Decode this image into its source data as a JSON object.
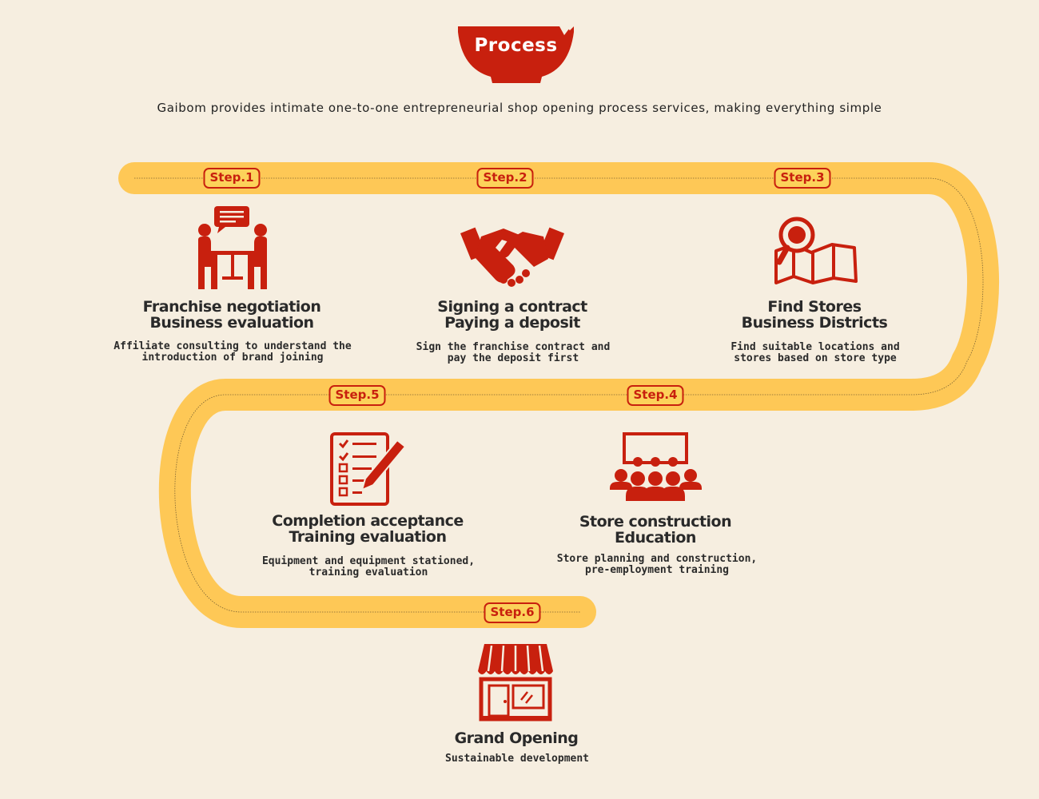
{
  "header": {
    "title": "Process",
    "subtitle": "Gaibom provides intimate one-to-one entrepreneurial shop opening process services, making everything simple"
  },
  "colors": {
    "accent_red": "#c8200e",
    "path_yellow": "#fec856",
    "background": "#f6eee0",
    "text_dark": "#2a2a2a"
  },
  "steps": [
    {
      "badge": "Step.1",
      "icon": "meeting-icon",
      "title_line1": "Franchise negotiation",
      "title_line2": "Business evaluation",
      "desc_line1": "Affiliate consulting to understand the",
      "desc_line2": "introduction of brand joining"
    },
    {
      "badge": "Step.2",
      "icon": "handshake-icon",
      "title_line1": "Signing a contract",
      "title_line2": "Paying a deposit",
      "desc_line1": "Sign the franchise contract and",
      "desc_line2": "pay the deposit first"
    },
    {
      "badge": "Step.3",
      "icon": "map-search-icon",
      "title_line1": "Find Stores",
      "title_line2": "Business Districts",
      "desc_line1": "Find suitable locations and",
      "desc_line2": "stores based on store type"
    },
    {
      "badge": "Step.4",
      "icon": "training-icon",
      "title_line1": "Store construction",
      "title_line2": "Education",
      "desc_line1": "Store planning and construction,",
      "desc_line2": "pre-employment training"
    },
    {
      "badge": "Step.5",
      "icon": "checklist-icon",
      "title_line1": "Completion acceptance",
      "title_line2": "Training evaluation",
      "desc_line1": "Equipment and equipment stationed,",
      "desc_line2": "training evaluation"
    },
    {
      "badge": "Step.6",
      "icon": "storefront-icon",
      "title_line1": "Grand Opening",
      "desc_line1": "Sustainable development"
    }
  ]
}
